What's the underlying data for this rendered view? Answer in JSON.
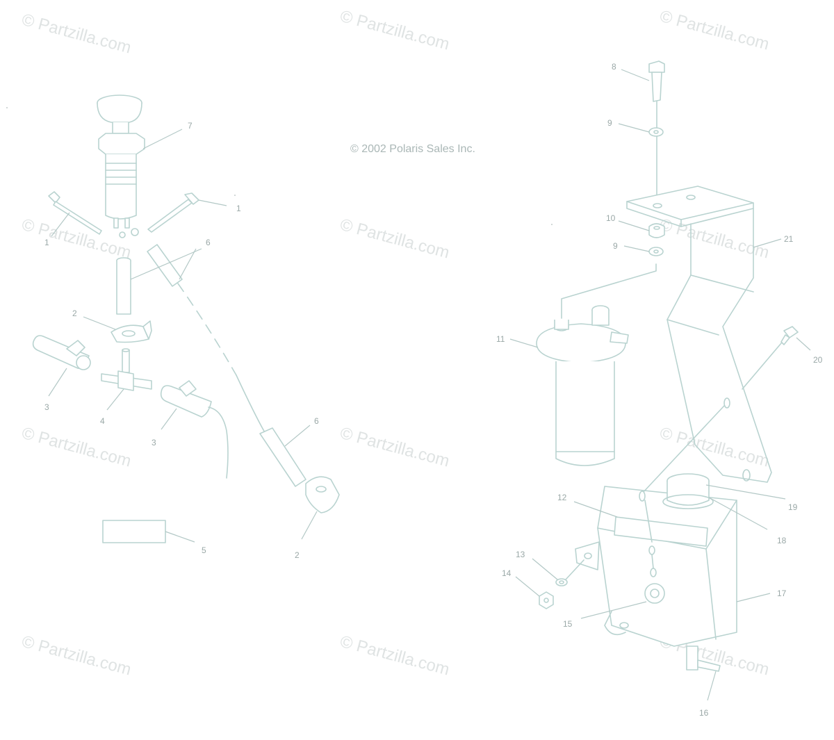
{
  "copyright": "© 2002 Polaris Sales Inc.",
  "watermark": "© Partzilla.com",
  "colors": {
    "line": "#b9d3d0",
    "callout_text": "#9aa8a7",
    "watermark": "#dfe3e3"
  },
  "callouts": {
    "c1a": "1",
    "c1b": "1",
    "c2a": "2",
    "c2b": "2",
    "c3a": "3",
    "c3b": "3",
    "c4": "4",
    "c5": "5",
    "c6a": "6",
    "c6b": "6",
    "c7": "7",
    "c8": "8",
    "c9a": "9",
    "c9b": "9",
    "c10": "10",
    "c11": "11",
    "c12": "12",
    "c13": "13",
    "c14": "14",
    "c15": "15",
    "c16": "16",
    "c17": "17",
    "c18": "18",
    "c19": "19",
    "c20": "20",
    "c21": "21"
  }
}
